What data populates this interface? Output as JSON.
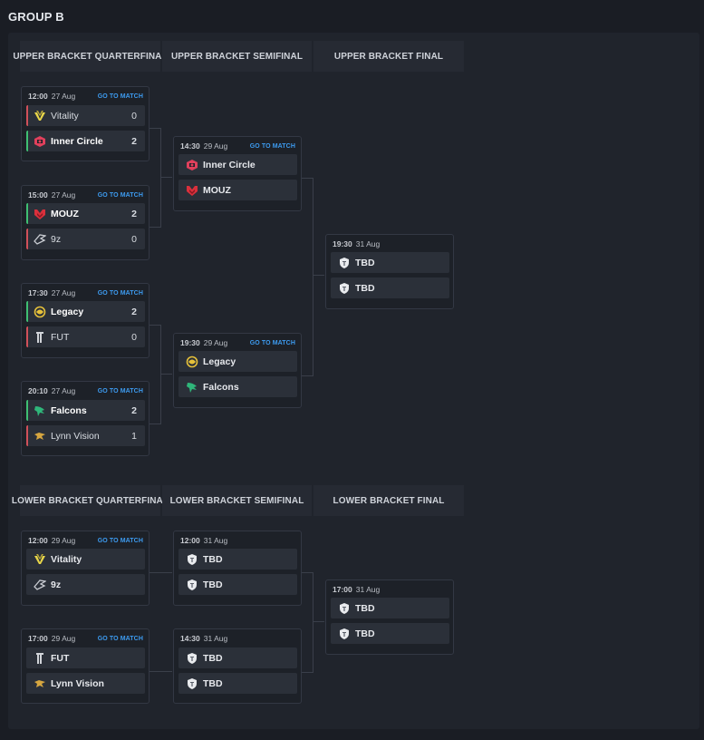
{
  "group_title": "GROUP B",
  "columns": {
    "ubqf": "UPPER BRACKET QUARTERFINAL",
    "ubsf": "UPPER BRACKET SEMIFINAL",
    "ubf": "UPPER BRACKET FINAL",
    "lbqf": "LOWER BRACKET QUARTERFINAL",
    "lbsf": "LOWER BRACKET SEMIFINAL",
    "lbf": "LOWER BRACKET FINAL"
  },
  "goto_label": "GO TO MATCH",
  "matches": {
    "ubqf1": {
      "time": "12:00",
      "date": "27 Aug",
      "t1": {
        "name": "Vitality",
        "score": "0"
      },
      "t2": {
        "name": "Inner Circle",
        "score": "2"
      }
    },
    "ubqf2": {
      "time": "15:00",
      "date": "27 Aug",
      "t1": {
        "name": "MOUZ",
        "score": "2"
      },
      "t2": {
        "name": "9z",
        "score": "0"
      }
    },
    "ubqf3": {
      "time": "17:30",
      "date": "27 Aug",
      "t1": {
        "name": "Legacy",
        "score": "2"
      },
      "t2": {
        "name": "FUT",
        "score": "0"
      }
    },
    "ubqf4": {
      "time": "20:10",
      "date": "27 Aug",
      "t1": {
        "name": "Falcons",
        "score": "2"
      },
      "t2": {
        "name": "Lynn Vision",
        "score": "1"
      }
    },
    "ubsf1": {
      "time": "14:30",
      "date": "29 Aug",
      "t1": {
        "name": "Inner Circle"
      },
      "t2": {
        "name": "MOUZ"
      }
    },
    "ubsf2": {
      "time": "19:30",
      "date": "29 Aug",
      "t1": {
        "name": "Legacy"
      },
      "t2": {
        "name": "Falcons"
      }
    },
    "ubf": {
      "time": "19:30",
      "date": "31 Aug",
      "t1": {
        "name": "TBD"
      },
      "t2": {
        "name": "TBD"
      }
    },
    "lbqf1": {
      "time": "12:00",
      "date": "29 Aug",
      "t1": {
        "name": "Vitality"
      },
      "t2": {
        "name": "9z"
      }
    },
    "lbqf2": {
      "time": "17:00",
      "date": "29 Aug",
      "t1": {
        "name": "FUT"
      },
      "t2": {
        "name": "Lynn Vision"
      }
    },
    "lbsf1": {
      "time": "12:00",
      "date": "31 Aug",
      "t1": {
        "name": "TBD"
      },
      "t2": {
        "name": "TBD"
      }
    },
    "lbsf2": {
      "time": "14:30",
      "date": "31 Aug",
      "t1": {
        "name": "TBD"
      },
      "t2": {
        "name": "TBD"
      }
    },
    "lbf": {
      "time": "17:00",
      "date": "31 Aug",
      "t1": {
        "name": "TBD"
      },
      "t2": {
        "name": "TBD"
      }
    }
  },
  "icons": {
    "Vitality": "vitality-logo-icon",
    "Inner Circle": "inner-circle-logo-icon",
    "MOUZ": "mouz-logo-icon",
    "9z": "9z-logo-icon",
    "Legacy": "legacy-logo-icon",
    "FUT": "fut-logo-icon",
    "Falcons": "falcons-logo-icon",
    "Lynn Vision": "lynn-vision-logo-icon",
    "TBD": "tbd-shield-icon"
  },
  "colors": {
    "win_marker": "#3fbf73",
    "lose_marker": "#d0505a",
    "link": "#3d9bf0"
  }
}
